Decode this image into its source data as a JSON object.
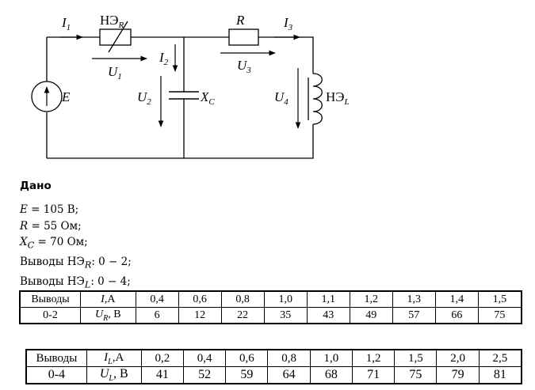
{
  "circuit": {
    "labels": {
      "i1": "I",
      "i1_sub": "1",
      "ne_r": "НЭ",
      "ne_r_sub": "R",
      "r": "R",
      "i3": "I",
      "i3_sub": "3",
      "i2": "I",
      "i2_sub": "2",
      "u1": "U",
      "u1_sub": "1",
      "u3": "U",
      "u3_sub": "3",
      "e": "E",
      "u2": "U",
      "u2_sub": "2",
      "xc": "X",
      "xc_sub": "C",
      "u4": "U",
      "u4_sub": "4",
      "ne_l": "НЭ",
      "ne_l_sub": "L"
    }
  },
  "given": {
    "heading": "Дано",
    "lines": [
      {
        "sym": "E",
        "sub": "",
        "text": " = 105 В;"
      },
      {
        "sym": "R",
        "sub": "",
        "text": " = 55 Ом;"
      },
      {
        "sym": "X",
        "sub": "C",
        "text": " = 70 Ом;"
      },
      {
        "pre": "Выводы НЭ",
        "sub": "R",
        "text": ": 0 − 2;"
      },
      {
        "pre": "Выводы НЭ",
        "sub": "L",
        "text": ": 0 − 4;"
      }
    ]
  },
  "table1": {
    "row1": [
      "Выводы",
      "I,A",
      "0,4",
      "0,6",
      "0,8",
      "1,0",
      "1,1",
      "1,2",
      "1,3",
      "1,4",
      "1,5"
    ],
    "row2": [
      "0-2",
      "U_R, В",
      "6",
      "12",
      "22",
      "35",
      "43",
      "49",
      "57",
      "66",
      "75"
    ]
  },
  "table2": {
    "row1": [
      "Выводы",
      "I_L,A",
      "0,2",
      "0,4",
      "0,6",
      "0,8",
      "1,0",
      "1,2",
      "1,5",
      "2,0",
      "2,5"
    ],
    "row2": [
      "0-4",
      "U_L, В",
      "41",
      "52",
      "59",
      "64",
      "68",
      "71",
      "75",
      "79",
      "81"
    ]
  }
}
